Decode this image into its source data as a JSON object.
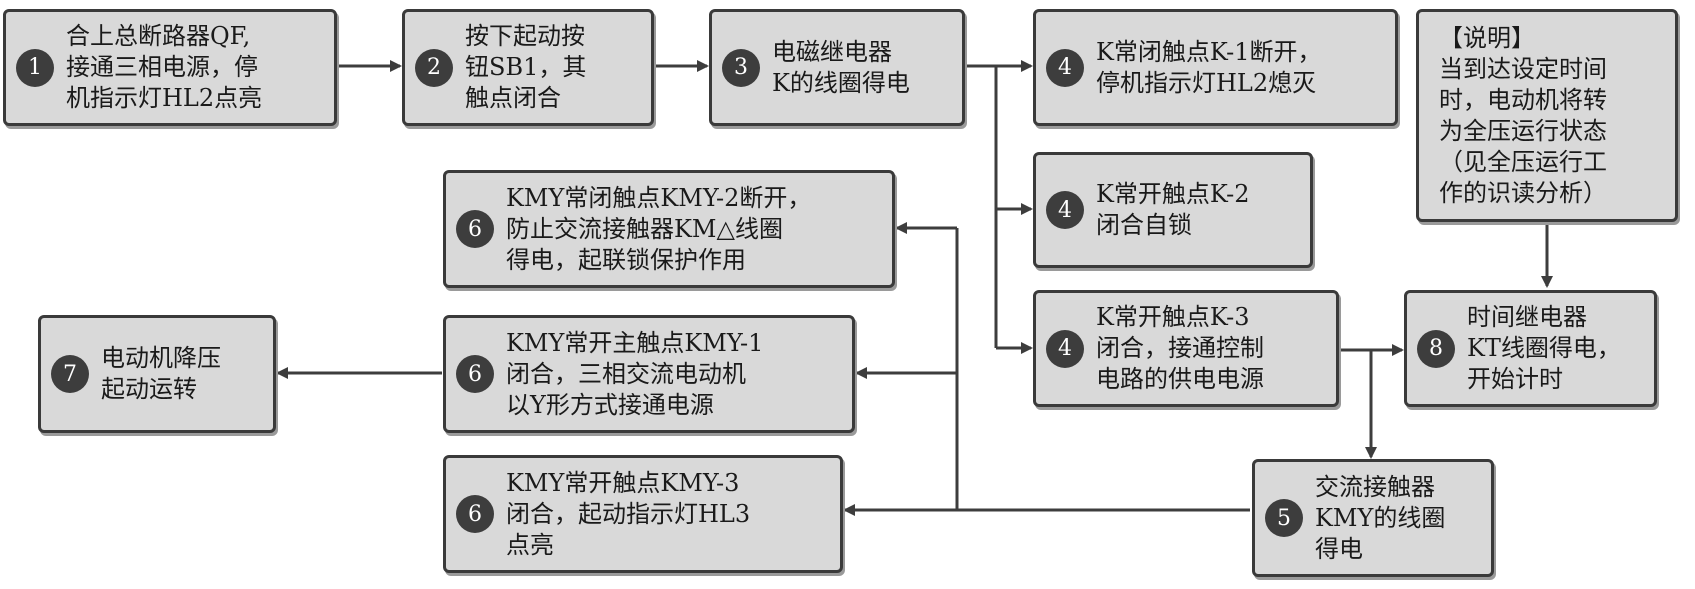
{
  "colors": {
    "box_fill": "#d9d9d9",
    "box_border": "#3a3a3a",
    "badge_fill": "#3d3d3d",
    "wire": "#3d3d3d"
  },
  "nodes": [
    {
      "id": "n1",
      "step": "1",
      "lines": [
        "合上总断路器QF,",
        "接通三相电源，停",
        "机指示灯HL2点亮"
      ]
    },
    {
      "id": "n2",
      "step": "2",
      "lines": [
        "按下起动按",
        "钮SB1，其",
        "触点闭合"
      ]
    },
    {
      "id": "n3",
      "step": "3",
      "lines": [
        "电磁继电器",
        "K的线圈得电"
      ]
    },
    {
      "id": "n4a",
      "step": "4",
      "lines": [
        "K常闭触点K-1断开，",
        "停机指示灯HL2熄灭"
      ]
    },
    {
      "id": "n4b",
      "step": "4",
      "lines": [
        "K常开触点K-2",
        "闭合自锁"
      ]
    },
    {
      "id": "n4c",
      "step": "4",
      "lines": [
        "K常开触点K-3",
        "闭合，接通控制",
        "电路的供电电源"
      ]
    },
    {
      "id": "n5",
      "step": "5",
      "lines": [
        "交流接触器",
        "KMY的线圈",
        "得电"
      ]
    },
    {
      "id": "n6a",
      "step": "6",
      "lines": [
        "KMY常闭触点KMY-2断开，",
        "防止交流接触器KM△线圈",
        "得电，起联锁保护作用"
      ]
    },
    {
      "id": "n6b",
      "step": "6",
      "lines": [
        "KMY常开主触点KMY-1",
        "闭合，三相交流电动机",
        "以Y形方式接通电源"
      ]
    },
    {
      "id": "n6c",
      "step": "6",
      "lines": [
        "KMY常开触点KMY-3",
        "闭合，起动指示灯HL3",
        "点亮"
      ]
    },
    {
      "id": "n7",
      "step": "7",
      "lines": [
        "电动机降压",
        "起动运转"
      ]
    },
    {
      "id": "n8",
      "step": "8",
      "lines": [
        "时间继电器",
        "KT线圈得电，",
        "开始计时"
      ]
    }
  ],
  "note": {
    "lines": [
      "【说明】",
      "当到达设定时间",
      "时，电动机将转",
      "为全压运行状态",
      "（见全压运行工",
      "作的识读分析）"
    ]
  }
}
